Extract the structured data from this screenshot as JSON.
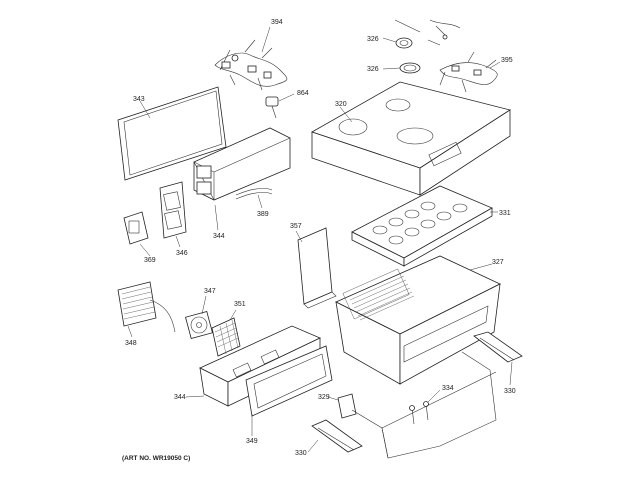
{
  "diagram": {
    "art_number": "(ART NO. WR19050 C)",
    "labels": {
      "l394": "394",
      "l326a": "326",
      "l326b": "326",
      "l395": "395",
      "l343": "343",
      "l864": "864",
      "l320": "320",
      "l389": "389",
      "l331": "331",
      "l344a": "344",
      "l346": "346",
      "l369": "369",
      "l357": "357",
      "l327": "327",
      "l347": "347",
      "l351": "351",
      "l348": "348",
      "l344b": "344",
      "l334": "334",
      "l329": "329",
      "l330a": "330",
      "l349": "349",
      "l330b": "330"
    }
  }
}
